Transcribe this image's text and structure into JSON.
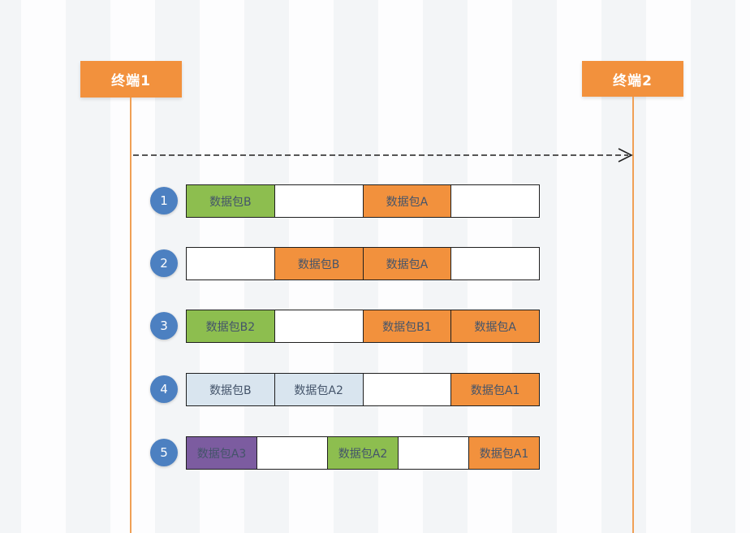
{
  "background": {
    "stripe_light": "#fdfdfe",
    "stripe_gray": "#f3f5f7"
  },
  "terminals": [
    {
      "label": "终端1"
    },
    {
      "label": "终端2"
    }
  ],
  "terminal_color": "#f2913d",
  "lifeline_color": "#f0a055",
  "arrow": {
    "style": "dashed",
    "direction": "left-to-right",
    "color": "#1f1f1f"
  },
  "colors": {
    "green": "#8dbe4f",
    "orange": "#f2913d",
    "lightblue": "#d9e5ef",
    "purple": "#7c5ca0",
    "white": "#ffffff",
    "circle_blue": "#4c80c1",
    "cell_text": "#44546a",
    "border": "#1f1f1f"
  },
  "rows": [
    {
      "number": "1",
      "cells": [
        {
          "label": "数据包B",
          "color": "green"
        },
        {
          "label": "",
          "color": "white"
        },
        {
          "label": "数据包A",
          "color": "orange"
        },
        {
          "label": "",
          "color": "white"
        }
      ]
    },
    {
      "number": "2",
      "cells": [
        {
          "label": "",
          "color": "white"
        },
        {
          "label": "数据包B",
          "color": "orange"
        },
        {
          "label": "数据包A",
          "color": "orange"
        },
        {
          "label": "",
          "color": "white"
        }
      ]
    },
    {
      "number": "3",
      "cells": [
        {
          "label": "数据包B2",
          "color": "green"
        },
        {
          "label": "",
          "color": "white"
        },
        {
          "label": "数据包B1",
          "color": "orange"
        },
        {
          "label": "数据包A",
          "color": "orange"
        }
      ]
    },
    {
      "number": "4",
      "cells": [
        {
          "label": "数据包B",
          "color": "lightblue"
        },
        {
          "label": "数据包A2",
          "color": "lightblue"
        },
        {
          "label": "",
          "color": "white"
        },
        {
          "label": "数据包A1",
          "color": "orange"
        }
      ]
    },
    {
      "number": "5",
      "cells": [
        {
          "label": "数据包A3",
          "color": "purple"
        },
        {
          "label": "",
          "color": "white"
        },
        {
          "label": "数据包A2",
          "color": "green"
        },
        {
          "label": "",
          "color": "white"
        },
        {
          "label": "数据包A1",
          "color": "orange"
        }
      ]
    }
  ]
}
